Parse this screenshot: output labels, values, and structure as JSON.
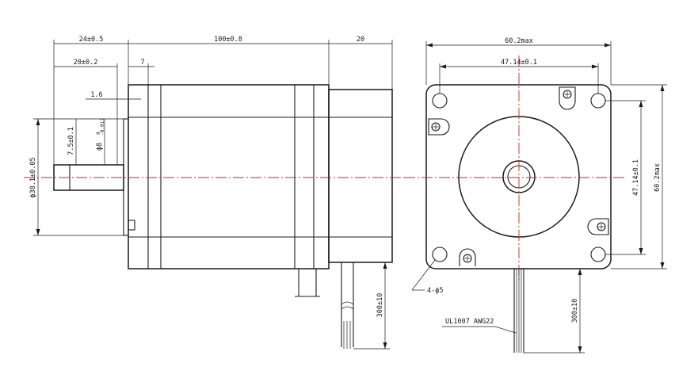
{
  "side_view": {
    "dims": {
      "total_shaft": "24±0.5",
      "shaft_len": "20±0.2",
      "body_len": "100±0.8",
      "flange_thk": "7",
      "rear_cap": "20",
      "step": "1.6",
      "flat_depth": "7.5±0.1",
      "shaft_dia": "ϕ8",
      "shaft_dia_tol_top": "0",
      "shaft_dia_tol_bottom": "-0.013",
      "pilot_dia": "ϕ38.1±0.05",
      "lead_len": "300±10"
    }
  },
  "front_view": {
    "dims": {
      "width": "60.2max",
      "hole_spacing_x": "47.14±0.1",
      "hole_spacing_y": "47.14±0.1",
      "height": "60.2max",
      "lead_len": "300±10"
    },
    "labels": {
      "holes": "4-ϕ5",
      "wire": "UL1007 AWG22"
    }
  }
}
